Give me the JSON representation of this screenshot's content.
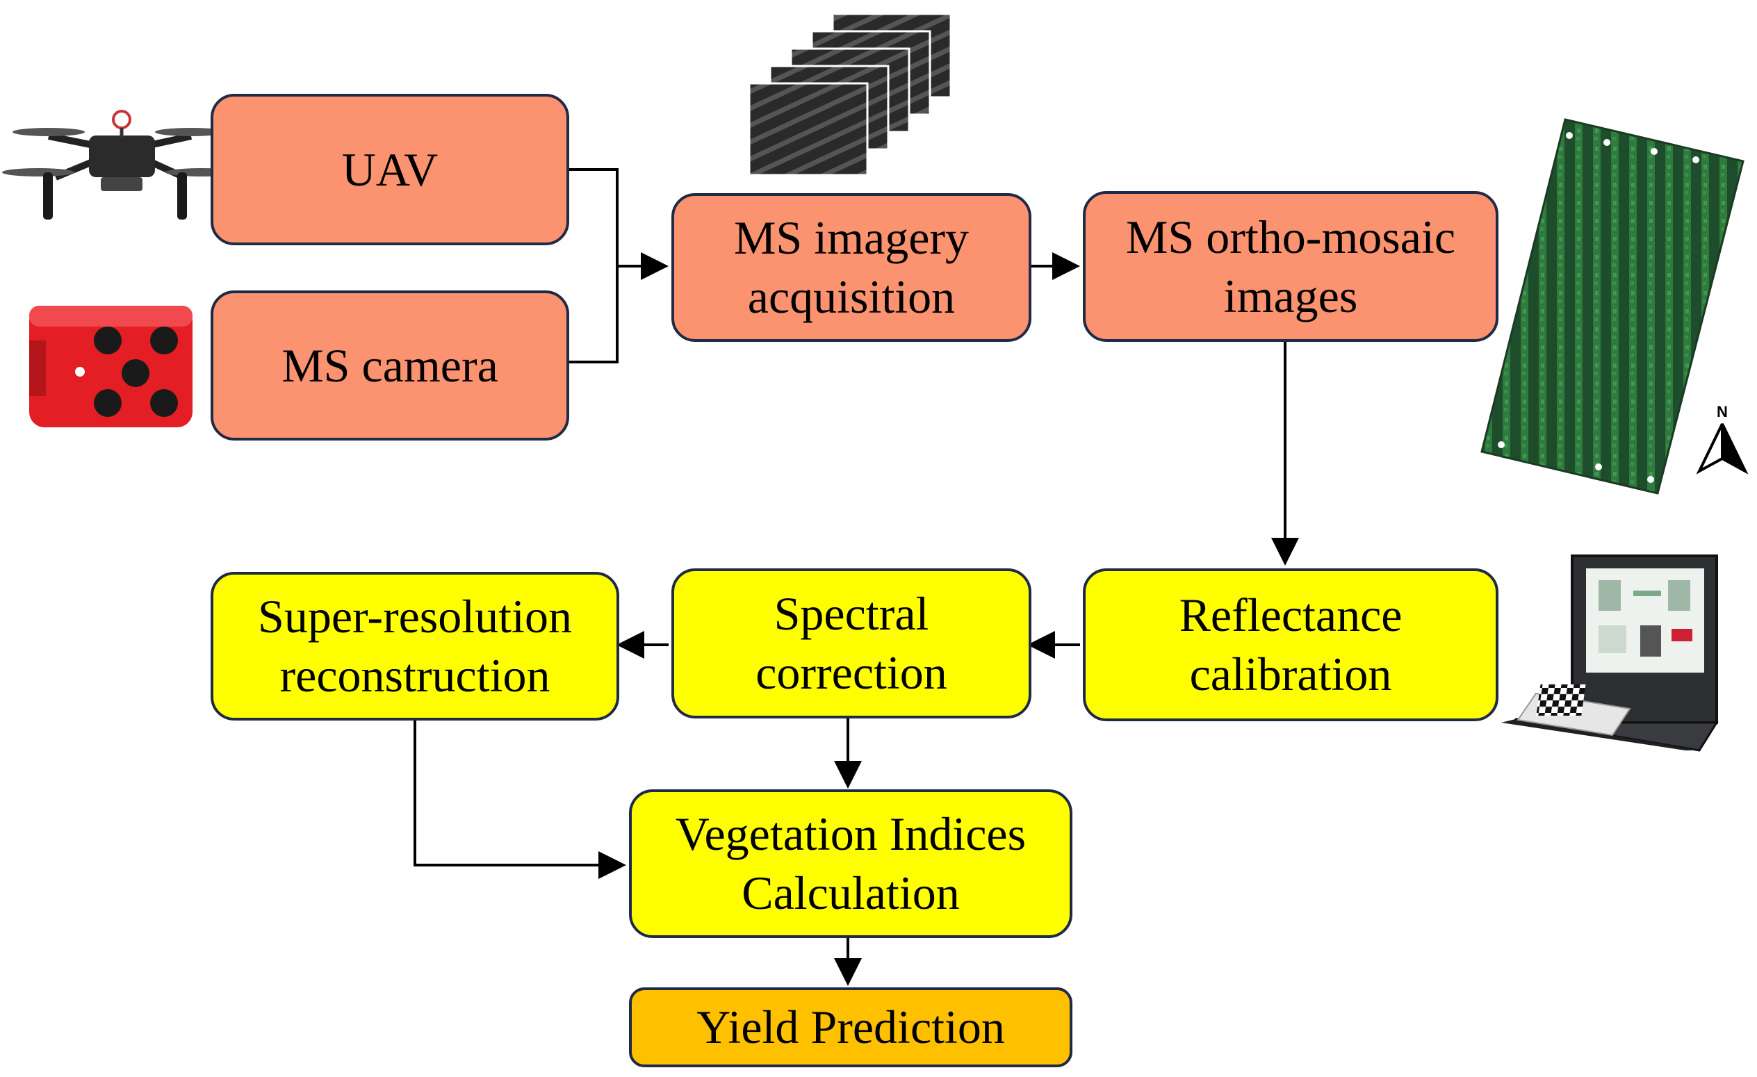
{
  "colors": {
    "hardware_fill": "#fb9270",
    "processing_fill": "#ffff00",
    "output_fill": "#ffc000",
    "border": "#1f2a44",
    "arrow": "#000000"
  },
  "nodes": {
    "uav": {
      "line1": "UAV"
    },
    "ms_camera": {
      "line1": "MS camera"
    },
    "ms_imagery_acquisition": {
      "line1": "MS imagery",
      "line2": "acquisition"
    },
    "ms_ortho_mosaic": {
      "line1": "MS ortho-mosaic",
      "line2": "images"
    },
    "reflectance_calibration": {
      "line1": "Reflectance",
      "line2": "calibration"
    },
    "spectral_correction": {
      "line1": "Spectral",
      "line2": "correction"
    },
    "super_resolution": {
      "line1": "Super-resolution",
      "line2": "reconstruction"
    },
    "vegetation_indices": {
      "line1": "Vegetation Indices",
      "line2": "Calculation"
    },
    "yield_prediction": {
      "line1": "Yield Prediction"
    }
  },
  "edges": [
    {
      "from": "uav",
      "to": "ms_imagery_acquisition"
    },
    {
      "from": "ms_camera",
      "to": "ms_imagery_acquisition"
    },
    {
      "from": "ms_imagery_acquisition",
      "to": "ms_ortho_mosaic"
    },
    {
      "from": "ms_ortho_mosaic",
      "to": "reflectance_calibration"
    },
    {
      "from": "reflectance_calibration",
      "to": "spectral_correction"
    },
    {
      "from": "spectral_correction",
      "to": "super_resolution"
    },
    {
      "from": "spectral_correction",
      "to": "vegetation_indices"
    },
    {
      "from": "super_resolution",
      "to": "vegetation_indices"
    },
    {
      "from": "vegetation_indices",
      "to": "yield_prediction"
    }
  ],
  "illustrations": {
    "north_arrow_label": "N"
  }
}
